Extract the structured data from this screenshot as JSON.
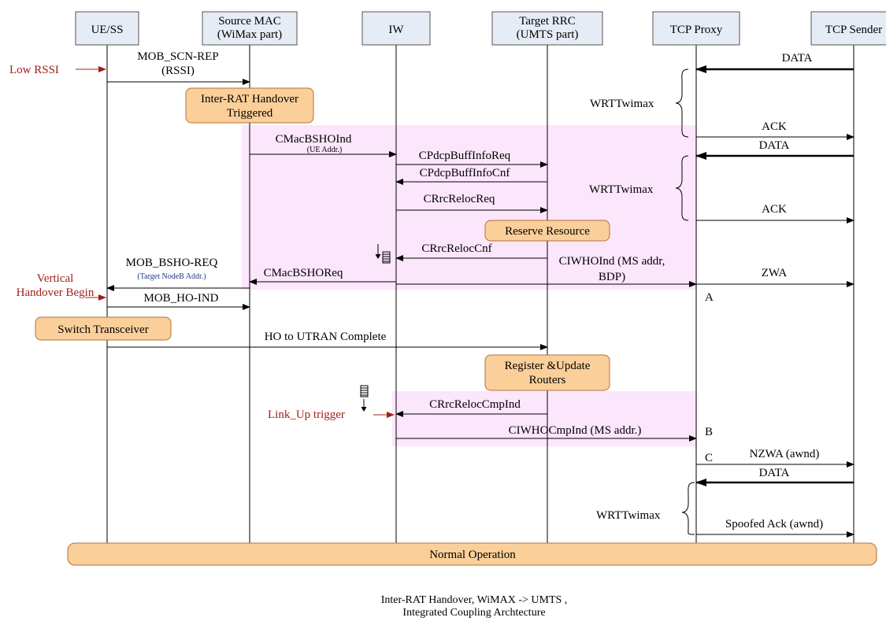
{
  "colors": {
    "highlight": "#fce6fc",
    "box_fill": "#fbcf9a",
    "box_stroke": "#b0703a",
    "header_fill": "#e6ecf5",
    "header_stroke": "#555555",
    "trigger_text": "#a02018",
    "small_label": "#1a3a8a"
  },
  "entities": [
    "UE/SS",
    "Source MAC\n(WiMax part)",
    "IW",
    "Target RRC\n(UMTS part)",
    "TCP Proxy",
    "TCP Sender"
  ],
  "triggers": [
    "Low RSSI",
    "Vertical\nHandover Begin",
    "Link_Up trigger"
  ],
  "messages": [
    {
      "from": 0,
      "to": 1,
      "label": "MOB_SCN-REP\n(RSSI)"
    },
    {
      "from": 5,
      "to": 4,
      "label": "DATA"
    },
    {
      "from": 1,
      "to": 2,
      "label": "CMacBSHOInd",
      "sub": "(UE Addr.)"
    },
    {
      "from": 4,
      "to": 5,
      "label": "ACK"
    },
    {
      "from": 5,
      "to": 4,
      "label": "DATA"
    },
    {
      "from": 2,
      "to": 3,
      "label": "CPdcpBuffInfoReq"
    },
    {
      "from": 3,
      "to": 2,
      "label": "CPdcpBuffInfoCnf"
    },
    {
      "from": 2,
      "to": 3,
      "label": "CRrcRelocReq"
    },
    {
      "from": 4,
      "to": 5,
      "label": "ACK"
    },
    {
      "from": 3,
      "to": 2,
      "label": "CRrcRelocCnf"
    },
    {
      "from": 2,
      "to": 1,
      "label": "CMacBSHOReq"
    },
    {
      "from": 2,
      "to": 4,
      "label": "CIWHOInd (MS addr,\nBDP)"
    },
    {
      "from": 4,
      "to": 5,
      "label": "ZWA"
    },
    {
      "from": 1,
      "to": 0,
      "label": "MOB_BSHO-REQ",
      "sub": "(Target NodeB Addr.)"
    },
    {
      "from": 0,
      "to": 1,
      "label": "MOB_HO-IND"
    },
    {
      "from": 0,
      "to": 3,
      "label": "HO to UTRAN Complete"
    },
    {
      "from": 3,
      "to": 2,
      "label": "CRrcRelocCmpInd"
    },
    {
      "from": 2,
      "to": 4,
      "label": "CIWHOCmpInd (MS addr.)"
    },
    {
      "from": 4,
      "to": 5,
      "label": "NZWA (awnd)"
    },
    {
      "from": 5,
      "to": 4,
      "label": "DATA"
    },
    {
      "from": 4,
      "to": 5,
      "label": "Spoofed Ack (awnd)"
    }
  ],
  "notes": [
    "Inter-RAT Handover\nTriggered",
    "Reserve Resource",
    "Switch Transceiver",
    "Register &Update\nRouters"
  ],
  "rtt_labels": [
    "WRTTwimax",
    "WRTTwimax",
    "WRTTwimax"
  ],
  "point_labels": [
    "A",
    "B",
    "C"
  ],
  "footer_bar": "Normal Operation",
  "caption": "Inter-RAT Handover, WiMAX -> UMTS ,\nIntegrated Coupling Archtecture"
}
